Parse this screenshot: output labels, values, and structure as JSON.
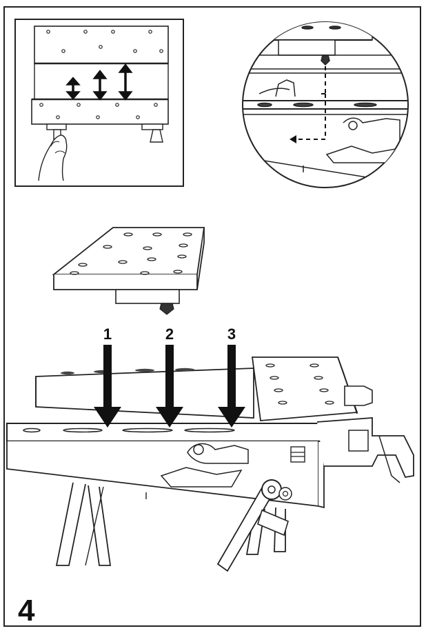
{
  "step": {
    "number": "4"
  },
  "positions": [
    {
      "label": "1"
    },
    {
      "label": "2"
    },
    {
      "label": "3"
    }
  ],
  "icons": {
    "inset_top_left": "adjustment-hand-icon",
    "inset_top_right": "magnifier-detail-icon"
  }
}
